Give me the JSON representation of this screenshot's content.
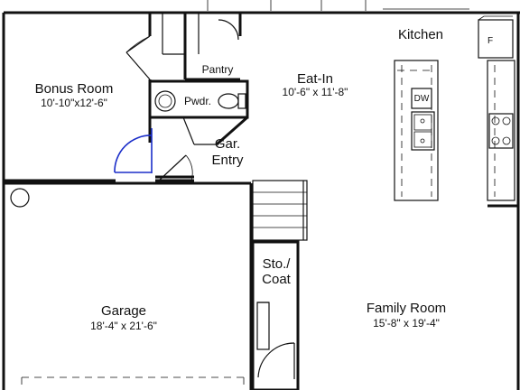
{
  "rooms": {
    "bonus": {
      "name": "Bonus Room",
      "dims": "10'-10\"x12'-6\""
    },
    "eat_in": {
      "name": "Eat-In",
      "dims": "10'-6\" x 11'-8\""
    },
    "kitchen": {
      "name": "Kitchen"
    },
    "pantry": {
      "name": "Pantry"
    },
    "powder": {
      "name": "Pwdr."
    },
    "garage_entry": {
      "line1": "Gar.",
      "line2": "Entry"
    },
    "garage": {
      "name": "Garage",
      "dims": "18'-4\" x 21'-6\""
    },
    "storage": {
      "line1": "Sto./",
      "line2": "Coat"
    },
    "family": {
      "name": "Family Room",
      "dims": "15'-8\" x 19'-4\""
    }
  },
  "fixtures": {
    "fridge_label": "F",
    "dishwasher_label": "DW"
  },
  "colors": {
    "wall": "#111111",
    "door_highlight": "#1b2ec9",
    "background": "#ffffff"
  }
}
